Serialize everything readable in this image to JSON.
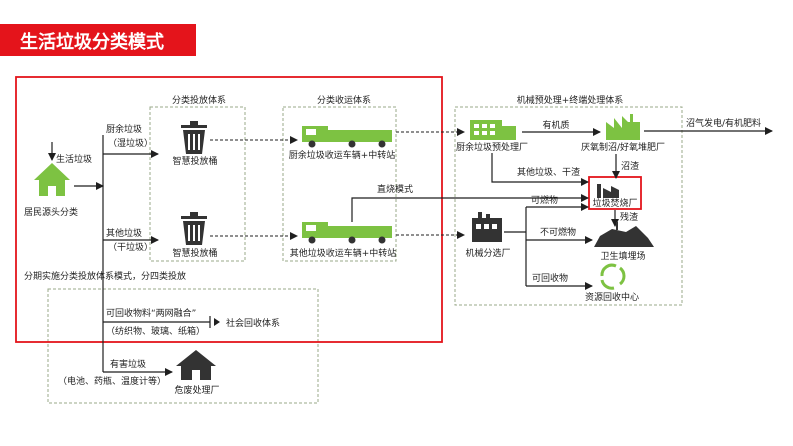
{
  "title": "生活垃圾分类模式",
  "systems": {
    "sort_drop": "分类投放体系",
    "sort_collect": "分类收运体系",
    "mbt": "机械预处理+终端处理体系"
  },
  "source": {
    "label": "居民源头分类",
    "waste_label": "生活垃圾"
  },
  "kitchen": {
    "line1": "厨余垃圾",
    "line2": "（湿垃圾）",
    "bin_label": "智慧投放桶",
    "truck_label": "厨余垃圾收运车辆+中转站",
    "pretreat_label": "厨余垃圾预处理厂",
    "organic_label": "有机质",
    "anaerobic_label": "厌氧制沼/好氧堆肥厂",
    "output_label": "沼气发电/有机肥料",
    "biogas_residue": "沼渣",
    "other_residue": "其他垃圾、干渣"
  },
  "other": {
    "line1": "其他垃圾",
    "line2": "（干垃圾）",
    "bin_label": "智慧投放桶",
    "truck_label": "其他垃圾收运车辆+中转站",
    "direct_burn": "直烧模式",
    "sorting_label": "机械分选厂",
    "combustible": "可燃物",
    "incinerator": "垃圾焚烧厂",
    "ash": "残渣",
    "noncombustible": "不可燃物",
    "landfill": "卫生填埋场",
    "recyclable": "可回收物",
    "recycling_center": "资源回收中心"
  },
  "phase_note": "分期实施分类投放体系模式，分四类投放",
  "recyclables": {
    "line1": "可回收物料“两网融合”",
    "line2": "（纺织物、玻璃、纸箱）",
    "system": "社会回收体系"
  },
  "hazardous": {
    "line1": "有害垃圾",
    "line2": "（电池、药瓶、温度计等）",
    "facility": "危废处理厂"
  },
  "colors": {
    "red": "#e4141b",
    "green": "#7dc242",
    "dark": "#333333"
  }
}
